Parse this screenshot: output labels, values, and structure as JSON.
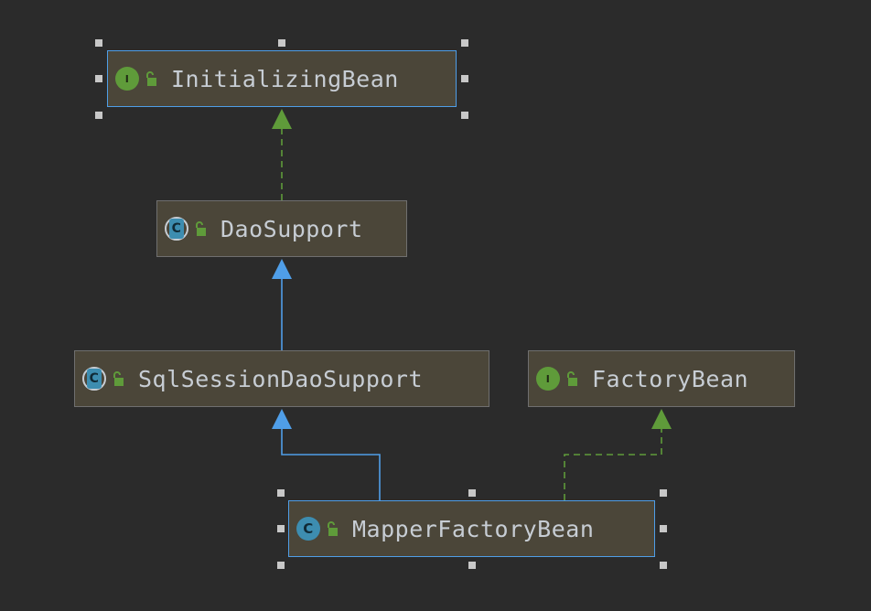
{
  "diagram": {
    "nodes": [
      {
        "id": "initializing-bean",
        "label": "InitializingBean",
        "kind": "interface",
        "kind_letter": "I",
        "access": "unlocked"
      },
      {
        "id": "dao-support",
        "label": "DaoSupport",
        "kind": "abstract-class",
        "kind_letter": "C",
        "access": "unlocked"
      },
      {
        "id": "sql-session-dao-support",
        "label": "SqlSessionDaoSupport",
        "kind": "abstract-class",
        "kind_letter": "C",
        "access": "unlocked"
      },
      {
        "id": "factory-bean",
        "label": "FactoryBean",
        "kind": "interface",
        "kind_letter": "I",
        "access": "unlocked"
      },
      {
        "id": "mapper-factory-bean",
        "label": "MapperFactoryBean",
        "kind": "class",
        "kind_letter": "C",
        "access": "unlocked"
      }
    ],
    "edges": [
      {
        "from": "dao-support",
        "to": "initializing-bean",
        "relation": "implements"
      },
      {
        "from": "sql-session-dao-support",
        "to": "dao-support",
        "relation": "extends"
      },
      {
        "from": "mapper-factory-bean",
        "to": "sql-session-dao-support",
        "relation": "extends"
      },
      {
        "from": "mapper-factory-bean",
        "to": "factory-bean",
        "relation": "implements"
      }
    ],
    "selected": [
      "initializing-bean",
      "mapper-factory-bean"
    ],
    "colors": {
      "background": "#2b2b2b",
      "node_fill": "#4b4639",
      "extends_edge": "#4f9ee8",
      "implements_edge": "#5f9b3a",
      "selection_border": "#4f9ee8"
    }
  }
}
